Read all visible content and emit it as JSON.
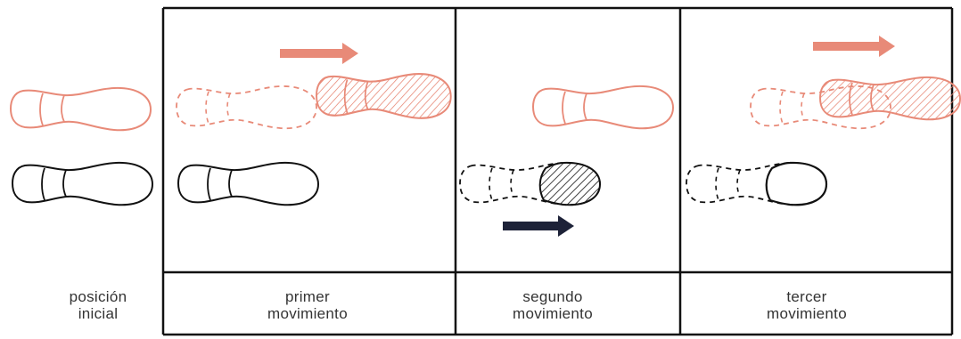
{
  "colors": {
    "accent": "#e88a78",
    "ink": "#111111",
    "arrow_dark": "#1d2238"
  },
  "panels": [
    {
      "line1": "posición",
      "line2": "inicial"
    },
    {
      "line1": "primer",
      "line2": "movimiento"
    },
    {
      "line1": "segundo",
      "line2": "movimiento"
    },
    {
      "line1": "tercer",
      "line2": "movimiento"
    }
  ],
  "icons": {
    "foot": "shoe-footprint-icon",
    "arrow": "right-arrow-icon"
  }
}
